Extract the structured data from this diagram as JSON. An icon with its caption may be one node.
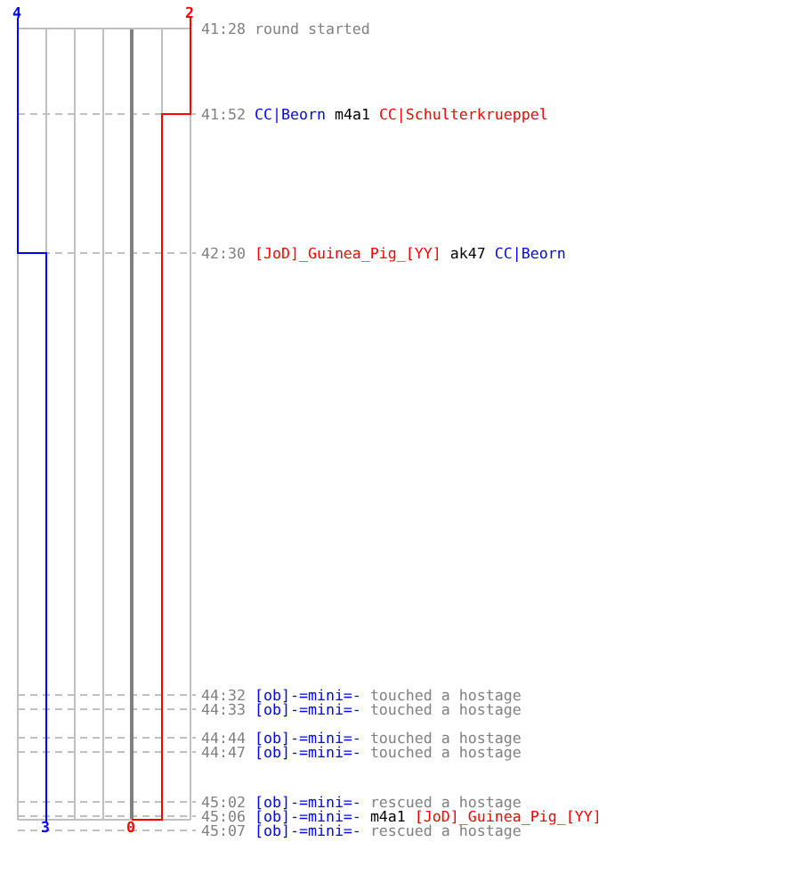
{
  "diagram": {
    "labels": [
      "4",
      "2",
      "41:28",
      "round started",
      "41:52",
      "CC|Beorn",
      "m4a1",
      "CC|Schulterkrueppel",
      "42:30",
      "[JoD]_Guinea_Pig_[YY]",
      "ak47",
      "CC|Beorn",
      "44:32",
      "[ob]-=mini=-",
      "touched a hostage",
      "44:33",
      "[ob]-=mini=-",
      "touched a hostage",
      "44:44",
      "[ob]-=mini=-",
      "touched a hostage",
      "44:47",
      "[ob]-=mini=-",
      "touched a hostage",
      "45:02",
      "[ob]-=mini=-",
      "rescued a hostage",
      "45:06",
      "[ob]-=mini=-",
      "m4a1",
      "[JoD]_Guinea_Pig_[YY]",
      "45:07",
      "[ob]-=mini=-",
      "rescued a hostage",
      "3",
      "0"
    ]
  }
}
